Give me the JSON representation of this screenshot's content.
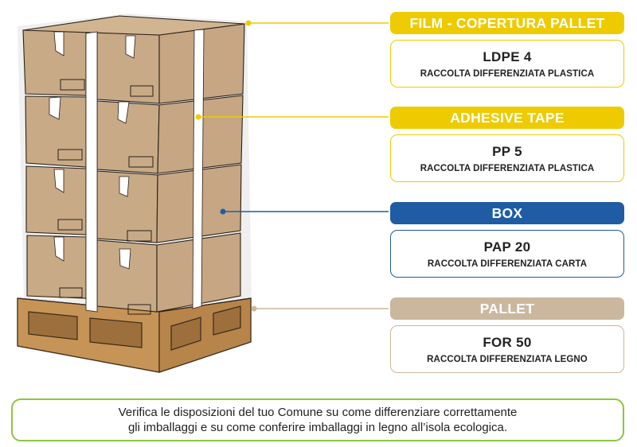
{
  "colors": {
    "plastic_yellow": "#eecb00",
    "paper_blue": "#1f5ca4",
    "wood_tan": "#cab79e",
    "note_green": "#8cc63f",
    "box_cardboard": "#c8aa87",
    "pallet_wood": "#c08f52"
  },
  "sections": [
    {
      "id": "film",
      "header": "FILM - COPERTURA PALLET",
      "code": "LDPE 4",
      "description": "RACCOLTA DIFFERENZIATA PLASTICA",
      "color": "#eecb00"
    },
    {
      "id": "tape",
      "header": "ADHESIVE TAPE",
      "code": "PP 5",
      "description": "RACCOLTA DIFFERENZIATA PLASTICA",
      "color": "#eecb00"
    },
    {
      "id": "box",
      "header": "BOX",
      "code": "PAP 20",
      "description": "RACCOLTA DIFFERENZIATA CARTA",
      "color": "#1f5ca4"
    },
    {
      "id": "pallet",
      "header": "PALLET",
      "code": "FOR 50",
      "description": "RACCOLTA DIFFERENZIATA LEGNO",
      "color": "#cab79e"
    }
  ],
  "note": {
    "line1": "Verifica le disposizioni del tuo Comune  su come differenziare correttamente",
    "line2": "gli imballaggi e su come conferire imballaggi in legno all’isola ecologica."
  },
  "illustration": {
    "subject": "pallet-with-stacked-boxes",
    "box_rows": 4,
    "box_columns": 2,
    "straps": 2
  }
}
